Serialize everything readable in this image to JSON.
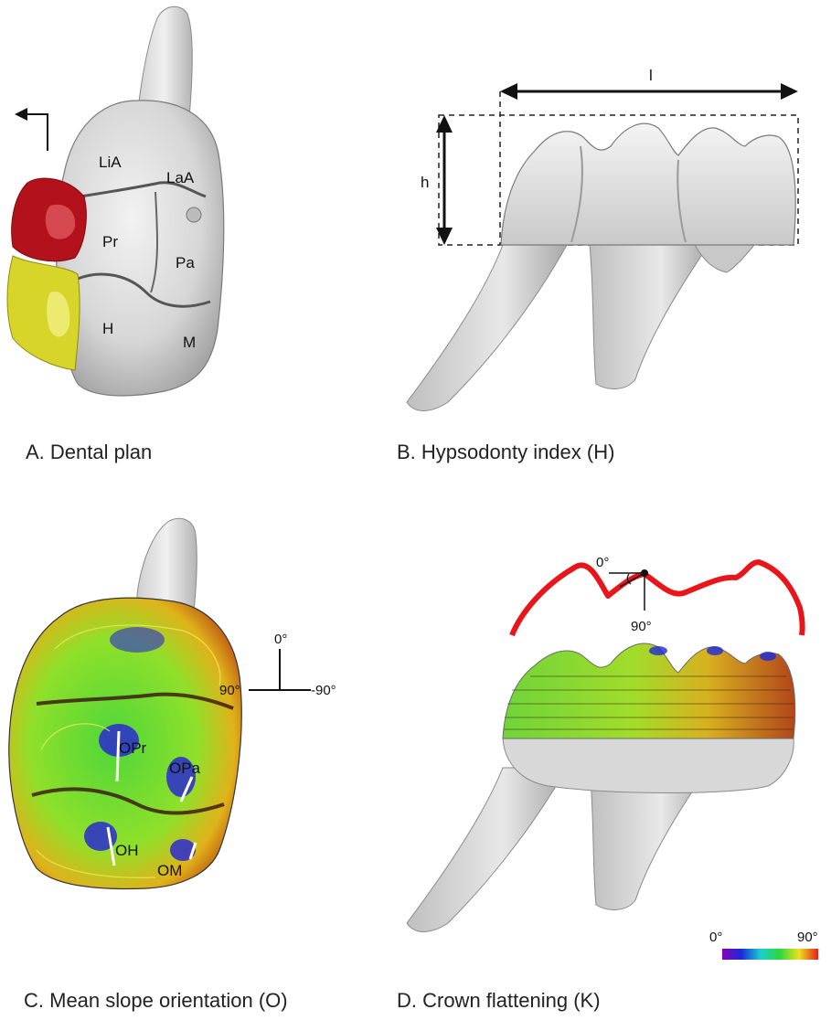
{
  "figure": {
    "panels": [
      {
        "id": "A",
        "caption": "A. Dental plan",
        "cusp_labels": [
          "LiA",
          "LaA",
          "Pr",
          "Pa",
          "H",
          "M"
        ]
      },
      {
        "id": "B",
        "caption": "B. Hypsodonty index (H)",
        "dimension_labels": {
          "length": "l",
          "height": "h"
        }
      },
      {
        "id": "C",
        "caption": "C. Mean slope orientation (O)",
        "orientation_labels": [
          "OPr",
          "OPa",
          "OH",
          "OM"
        ],
        "compass": {
          "top": "0°",
          "left": "90°",
          "right": "-90°"
        }
      },
      {
        "id": "D",
        "caption": "D. Crown flattening (K)",
        "angle_labels": {
          "zero": "0°",
          "ninety": "90°"
        },
        "colorbar": {
          "min": "0°",
          "max": "90°"
        }
      }
    ]
  }
}
